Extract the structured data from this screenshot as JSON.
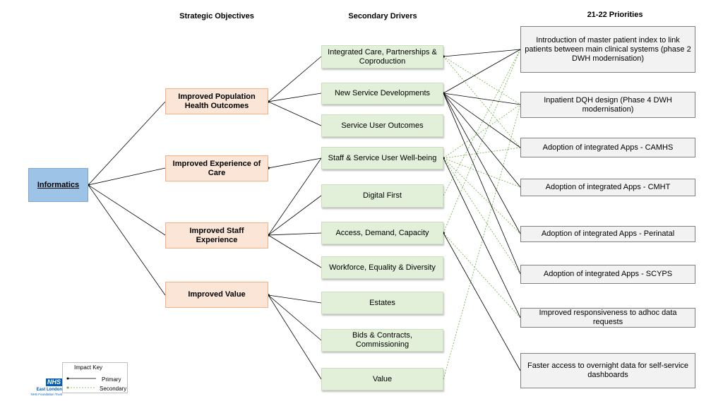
{
  "headers": {
    "strategic": "Strategic Objectives",
    "secondary": "Secondary Drivers",
    "priorities": "21-22 Priorities"
  },
  "root": {
    "label": "Informatics"
  },
  "objectives": [
    "Improved Population Health Outcomes",
    "Improved Experience of Care",
    "Improved Staff Experience",
    "Improved Value"
  ],
  "drivers": [
    "Integrated Care, Partnerships & Coproduction",
    "New Service Developments",
    "Service User Outcomes",
    "Staff & Service User Well-being",
    "Digital First",
    "Access, Demand, Capacity",
    "Workforce, Equality & Diversity",
    "Estates",
    "Bids & Contracts, Commissioning",
    "Value"
  ],
  "priorities": [
    "Introduction of master patient index to link patients between main clinical systems (phase 2 DWH modernisation)",
    "Inpatient DQH design (Phase 4 DWH modernisation)",
    "Adoption of integrated Apps - CAMHS",
    "Adoption of integrated Apps - CMHT",
    "Adoption of integrated Apps - Perinatal",
    "Adoption of integrated Apps - SCYPS",
    "Improved responsiveness to adhoc data requests",
    "Faster access to overnight data for self-service dashboards"
  ],
  "key": {
    "title": "Impact Key",
    "primary": "Primary",
    "secondary": "Secondary"
  },
  "logo": {
    "badge": "NHS",
    "org": "East London",
    "trust": "NHS Foundation Trust"
  },
  "colors": {
    "root": "#9dc3e6",
    "objective": "#fbe5d6",
    "driver": "#e2f0d9",
    "priority": "#f2f2f2",
    "primary_line": "#000000",
    "secondary_line": "#70ad47"
  },
  "links": {
    "root_to_objective": [
      0,
      1,
      2,
      3
    ],
    "objective_to_driver": [
      [
        0,
        0
      ],
      [
        0,
        1
      ],
      [
        0,
        2
      ],
      [
        1,
        3
      ],
      [
        2,
        3
      ],
      [
        2,
        4
      ],
      [
        2,
        5
      ],
      [
        2,
        6
      ],
      [
        3,
        7
      ],
      [
        3,
        8
      ],
      [
        3,
        9
      ]
    ],
    "primary": [
      [
        0,
        0
      ],
      [
        1,
        0
      ],
      [
        1,
        1
      ],
      [
        1,
        2
      ],
      [
        1,
        3
      ],
      [
        1,
        4
      ],
      [
        1,
        5
      ],
      [
        3,
        6
      ],
      [
        5,
        7
      ]
    ],
    "secondary": [
      [
        0,
        1
      ],
      [
        0,
        2
      ],
      [
        3,
        1
      ],
      [
        3,
        2
      ],
      [
        3,
        3
      ],
      [
        3,
        4
      ],
      [
        3,
        5
      ],
      [
        3,
        6
      ],
      [
        4,
        0
      ],
      [
        5,
        0
      ],
      [
        5,
        6
      ],
      [
        5,
        7
      ],
      [
        9,
        1
      ]
    ]
  }
}
